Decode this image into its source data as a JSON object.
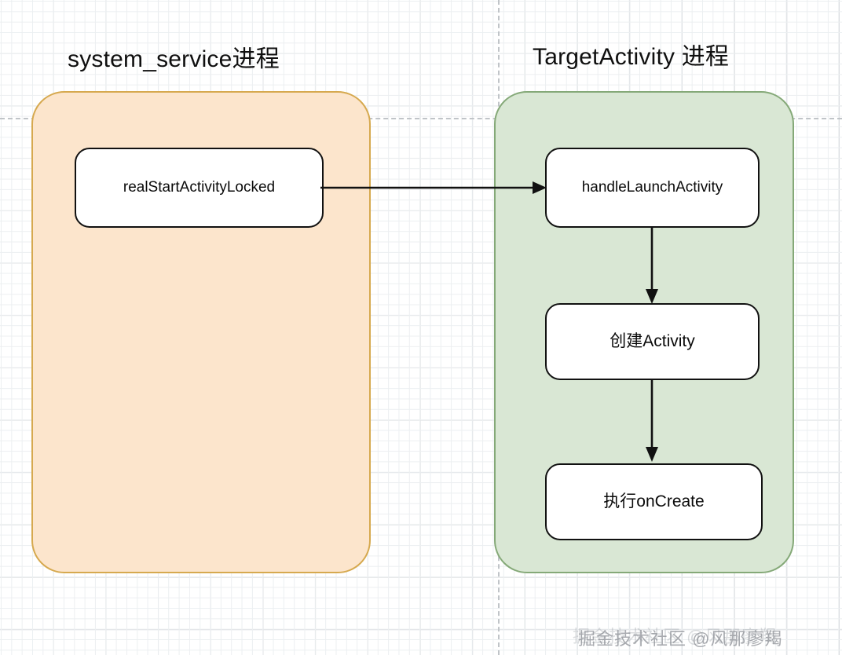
{
  "diagram": {
    "title_left": "system_service进程",
    "title_right": "TargetActivity 进程",
    "lanes": [
      {
        "id": "system-service",
        "label": "system_service进程",
        "fill": "#fce5cc",
        "stroke": "#d6a94f"
      },
      {
        "id": "target-activity",
        "label": "TargetActivity 进程",
        "fill": "#d9e7d4",
        "stroke": "#85a978"
      }
    ],
    "nodes": [
      {
        "id": "real-start-activity-locked",
        "label": "realStartActivityLocked",
        "lane": "system-service"
      },
      {
        "id": "handle-launch-activity",
        "label": "handleLaunchActivity",
        "lane": "target-activity"
      },
      {
        "id": "create-activity",
        "label": "创建Activity",
        "lane": "target-activity"
      },
      {
        "id": "perform-oncreate",
        "label": "执行onCreate",
        "lane": "target-activity"
      }
    ],
    "edges": [
      {
        "id": "edge-ipc",
        "from": "real-start-activity-locked",
        "to": "handle-launch-activity",
        "label": ""
      },
      {
        "id": "edge-launch-to-create",
        "from": "handle-launch-activity",
        "to": "create-activity",
        "label": ""
      },
      {
        "id": "edge-create-to-oncreate",
        "from": "create-activity",
        "to": "perform-oncreate",
        "label": ""
      }
    ],
    "colors": {
      "node_fill": "#ffffff",
      "node_stroke": "#111111",
      "connector": "#111111",
      "grid_minor": "#eceff1",
      "grid_major": "#d3d7da",
      "guide_dash": "#c0c4c8"
    }
  },
  "watermark": {
    "text": "掘金技术社区 @风那廖羯",
    "ghost_text": "掘金技术社区 @风那廖羯"
  }
}
